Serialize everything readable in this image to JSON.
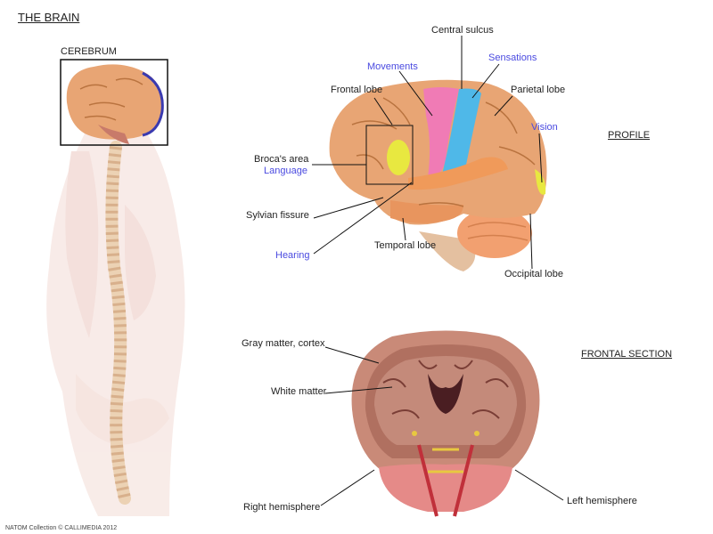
{
  "title": "THE BRAIN",
  "cerebrum_label": "CEREBRUM",
  "profile": {
    "heading": "PROFILE",
    "labels": {
      "central_sulcus": "Central sulcus",
      "movements": "Movements",
      "sensations": "Sensations",
      "frontal_lobe": "Frontal lobe",
      "parietal_lobe": "Parietal lobe",
      "vision": "Vision",
      "brocas_area": "Broca's area",
      "language": "Language",
      "sylvian_fissure": "Sylvian fissure",
      "temporal_lobe": "Temporal lobe",
      "hearing": "Hearing",
      "occipital_lobe": "Occipital lobe"
    }
  },
  "frontal_section": {
    "heading": "FRONTAL SECTION",
    "labels": {
      "gray_matter": "Gray matter, cortex",
      "white_matter": "White matter",
      "right_hemisphere": "Right hemisphere",
      "left_hemisphere": "Left hemisphere"
    }
  },
  "credit": "NATOM Collection © CALLIMEDIA 2012",
  "colors": {
    "brain": "#e8a574",
    "motor": "#f07bb5",
    "sensory": "#4fb8e8",
    "language": "#e8e840",
    "label_highlight": "#4a4ae0"
  }
}
